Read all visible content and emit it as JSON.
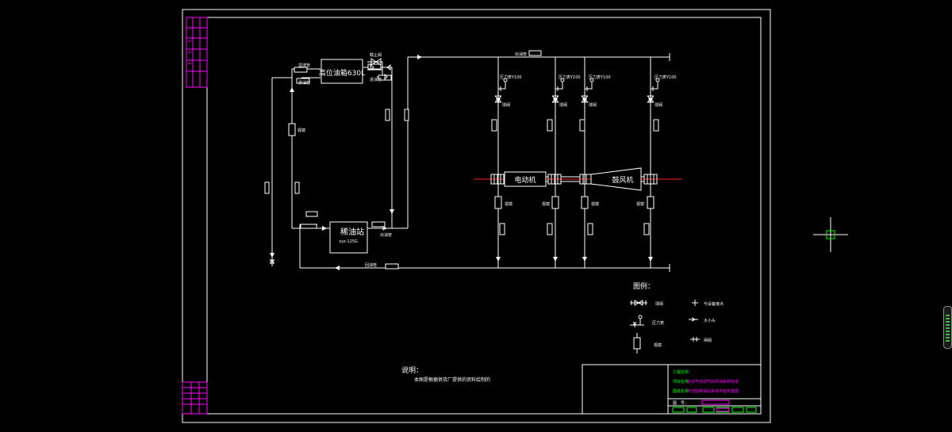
{
  "colors": {
    "background": "#000000",
    "line": "#ffffff",
    "title_block": "#ff00ff",
    "crosshair": "#00ff00",
    "center_line": "#ff0000"
  },
  "equipment": {
    "high_tank": "高位油箱630L",
    "oil_station": "稀油站",
    "oil_station_model": "xyz-125G",
    "motor": "电动机",
    "fan": "鼓风机"
  },
  "pipe_labels": {
    "overflow": "溢流管",
    "drain": "排油管",
    "check_valve": "截止阀",
    "inlet_pipe": "进油管",
    "outlet_pipe_top": "出油管",
    "outlet_pipe_station": "出油管",
    "return_pipe": "回油管"
  },
  "instruments": {
    "pressure_gauges": [
      "压力表Y100",
      "压力表Y100",
      "压力表Y100",
      "压力表Y100"
    ],
    "ball_valves": [
      "球阀",
      "球阀",
      "球阀",
      "球阀"
    ],
    "sight_glasses": [
      "视镜",
      "视镜",
      "视镜",
      "视镜"
    ],
    "left_sight_glass": "视镜"
  },
  "legend": {
    "title": "图例：",
    "items": [
      "球阀",
      "压力表",
      "视镜",
      "与设备接点",
      "大小头",
      "闸阀"
    ]
  },
  "notes": {
    "title": "说明：",
    "text": "本图是根据供货厂提供的资料绘制的"
  },
  "title_block": {
    "row1_label": "工程名称：",
    "row2_label": "项目名称",
    "row2_value": "自动气动调节阀供油系统管道",
    "row3_label": "图纸名称",
    "row3_value": "可控硅稀油站系统平面布置图",
    "number_label": "图　号："
  }
}
